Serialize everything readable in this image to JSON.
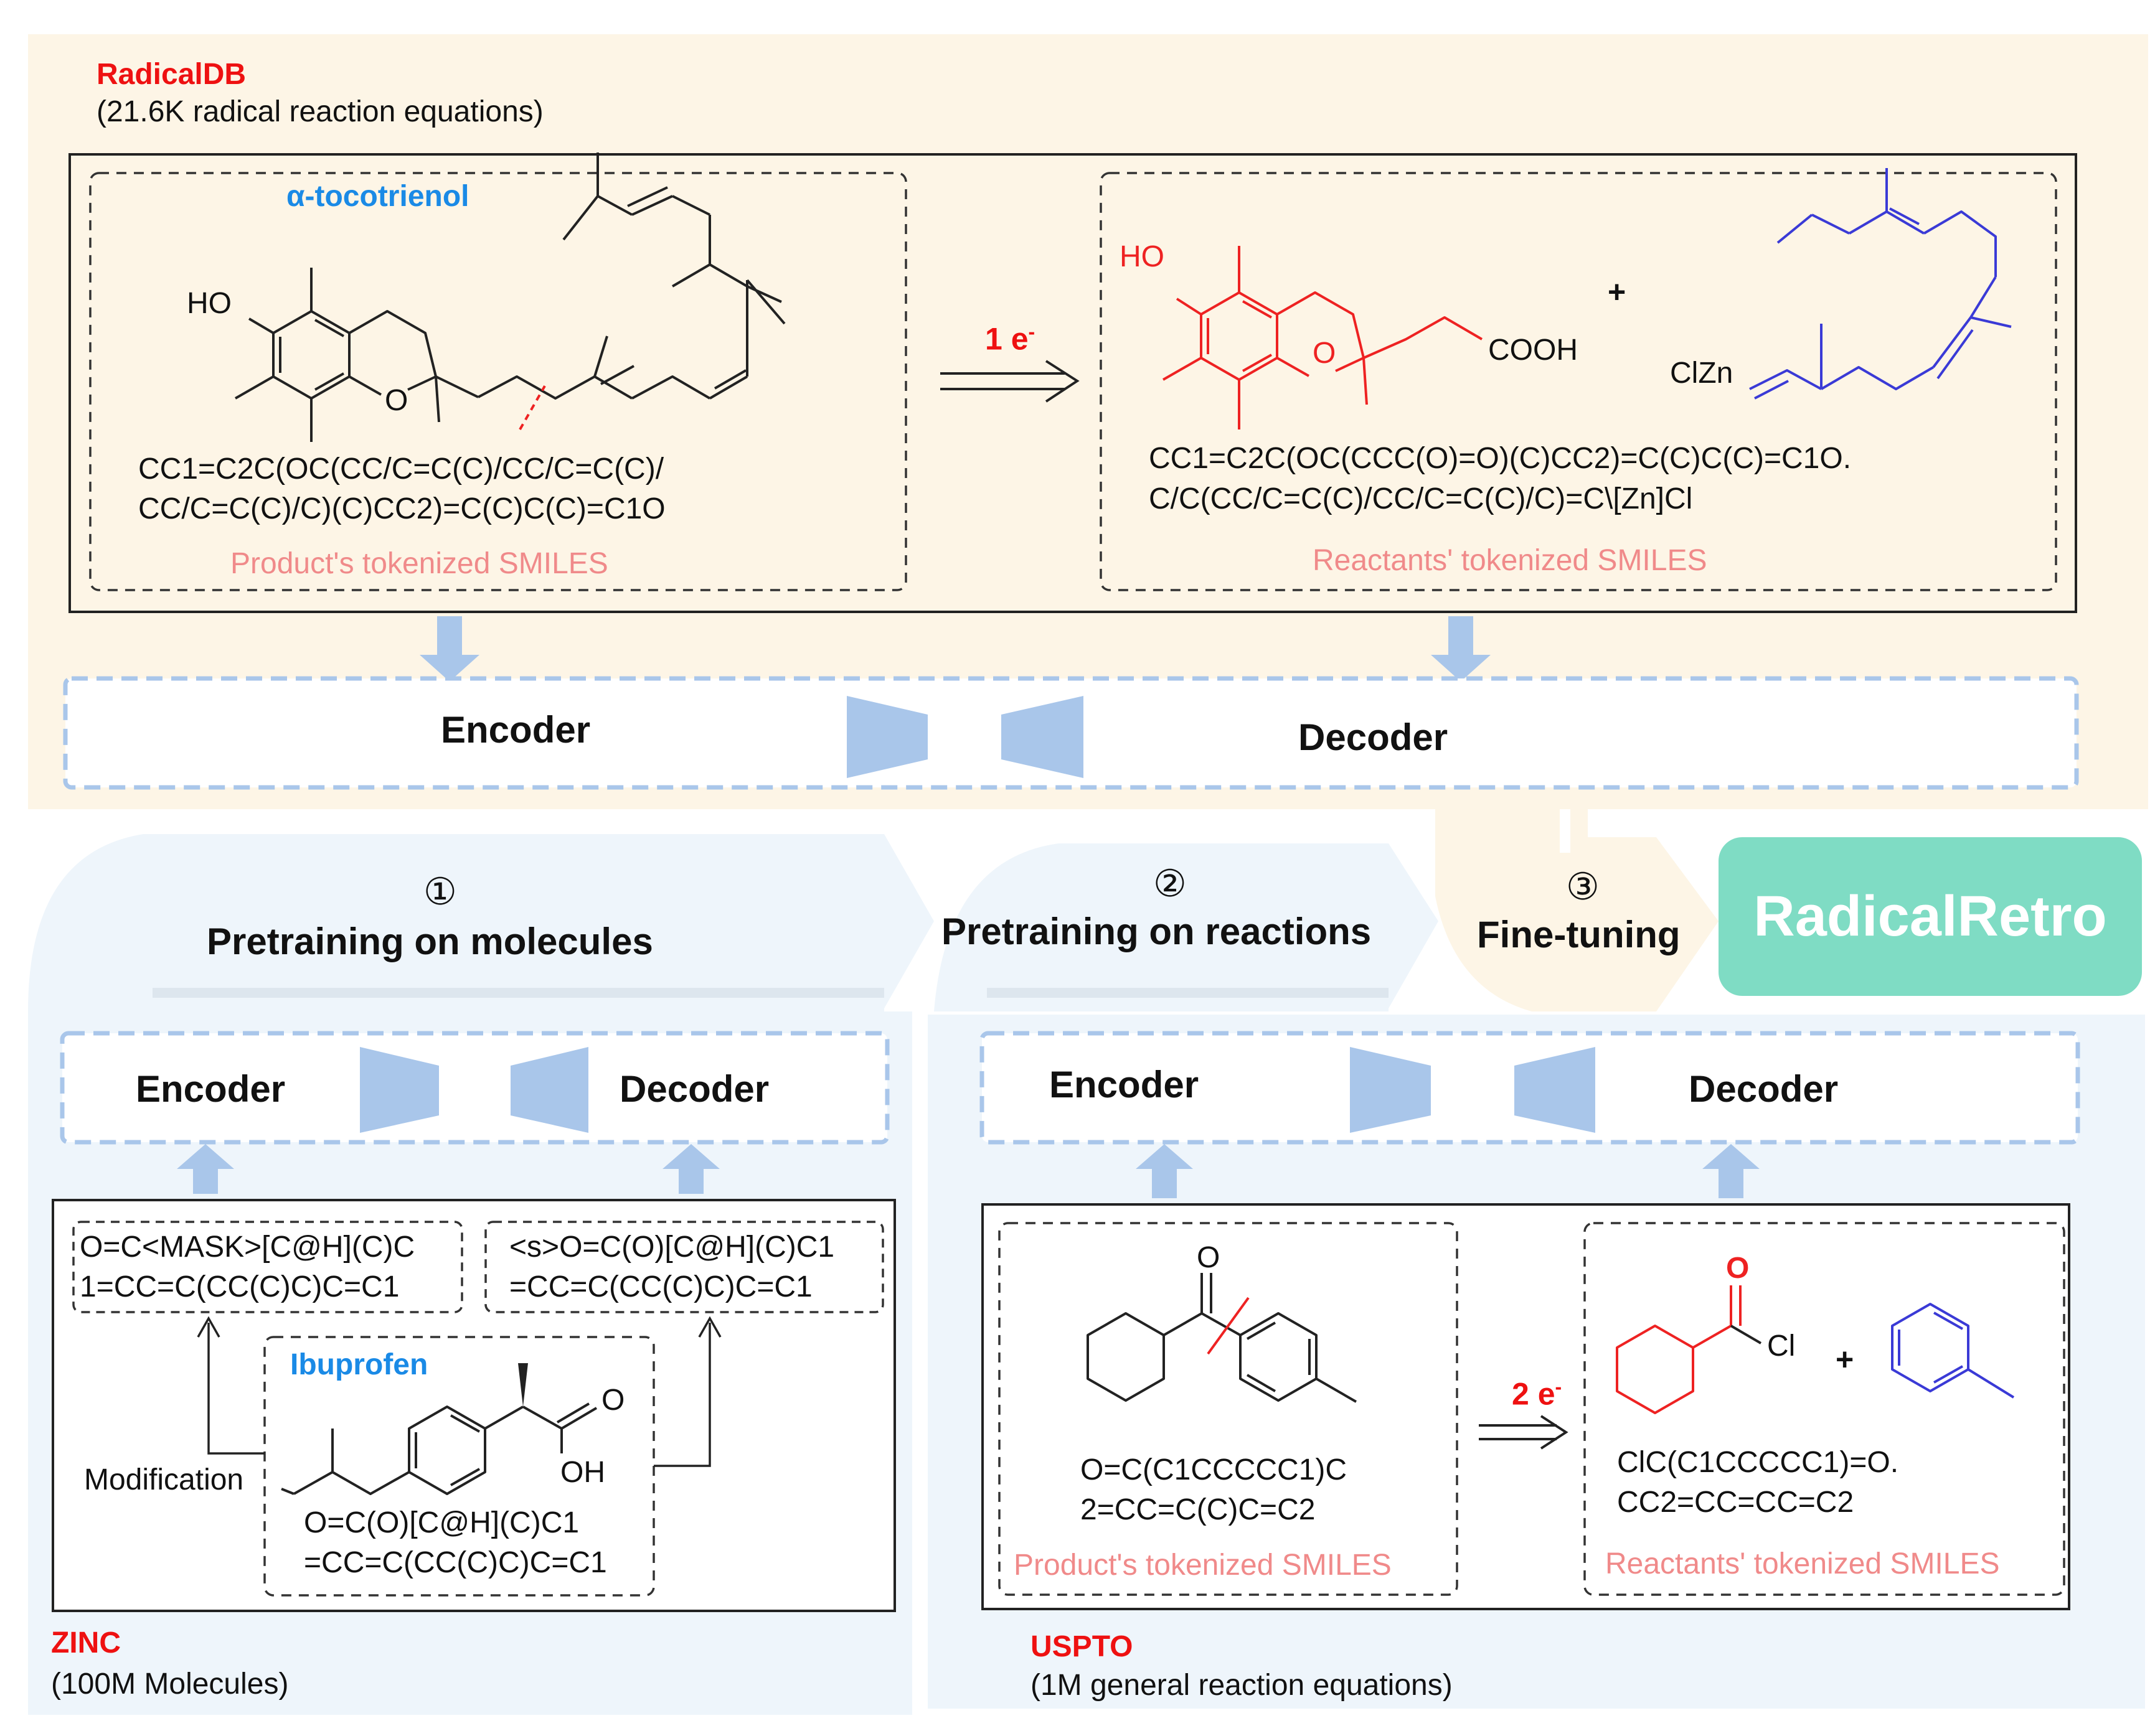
{
  "radicaldb": {
    "name": "RadicalDB",
    "description": "(21.6K radical reaction equations)",
    "product_name": "α-tocotrienol",
    "product_smiles_1": "CC1=C2C(OC(CC/C=C(C)/CC/C=C(C)/",
    "product_smiles_2": "CC/C=C(C)/C)(C)CC2)=C(C)C(C)=C1O",
    "product_caption": "Product's tokenized SMILES",
    "arrow_label": "1 e",
    "arrow_sup": "-",
    "reactants_smiles_1": "CC1=C2C(OC(CCC(O)=O)(C)CC2)=C(C)C(C)=C1O.",
    "reactants_smiles_2": "C/C(CC/C=C(C)/CC/C=C(C)/C)=C\\[Zn]Cl",
    "reactants_caption": "Reactants' tokenized SMILES",
    "atom_ho_1": "HO",
    "atom_o_1": "O",
    "atom_ho_2": "HO",
    "atom_o_2": "O",
    "atom_cooh": "COOH",
    "atom_clzn": "ClZn",
    "plus": "+",
    "encoder": "Encoder",
    "decoder": "Decoder"
  },
  "stages": [
    {
      "number": "①",
      "label": "Pretraining on molecules"
    },
    {
      "number": "②",
      "label": "Pretraining on reactions"
    },
    {
      "number": "③",
      "label": "Fine-tuning"
    }
  ],
  "result": {
    "label": "RadicalRetro"
  },
  "zinc": {
    "name": "ZINC",
    "description": "(100M Molecules)",
    "encoder": "Encoder",
    "decoder": "Decoder",
    "masked_smiles_1": "O=C<MASK>[C@H](C)C",
    "masked_smiles_2": "1=CC=C(CC(C)C)C=C1",
    "target_smiles_1": "<s>O=C(O)[C@H](C)C1",
    "target_smiles_2": "=CC=C(CC(C)C)C=C1",
    "molecule_name": "Ibuprofen",
    "molecule_smiles_1": "O=C(O)[C@H](C)C1",
    "molecule_smiles_2": "=CC=C(CC(C)C)C=C1",
    "modification": "Modification",
    "atom_o": "O",
    "atom_oh": "OH"
  },
  "uspto": {
    "name": "USPTO",
    "description": "(1M general reaction equations)",
    "encoder": "Encoder",
    "decoder": "Decoder",
    "product_smiles_1": "O=C(C1CCCCC1)C",
    "product_smiles_2": "2=CC=C(C)C=C2",
    "product_caption": "Product's tokenized SMILES",
    "arrow_label": "2 e",
    "arrow_sup": "-",
    "reactants_smiles_1": "ClC(C1CCCCC1)=O.",
    "reactants_smiles_2": "CC2=CC=CC=C2",
    "reactants_caption": "Reactants' tokenized SMILES",
    "atom_o_1": "O",
    "atom_o_2": "O",
    "atom_cl": "Cl",
    "plus": "+"
  },
  "colors": {
    "radical_bg": "#fdf5e6",
    "pretrain_bg": "#eef5fb",
    "dashed_blue": "#a9c6ea",
    "block_blue": "#a9c6ea",
    "result_bg": "#7fdcc4",
    "dataset_red": "#ee1111",
    "caption_pink": "#f08a8a",
    "name_blue": "#1a8ae6",
    "fragment_red": "#ee2222",
    "fragment_blue": "#3a3ad6"
  }
}
